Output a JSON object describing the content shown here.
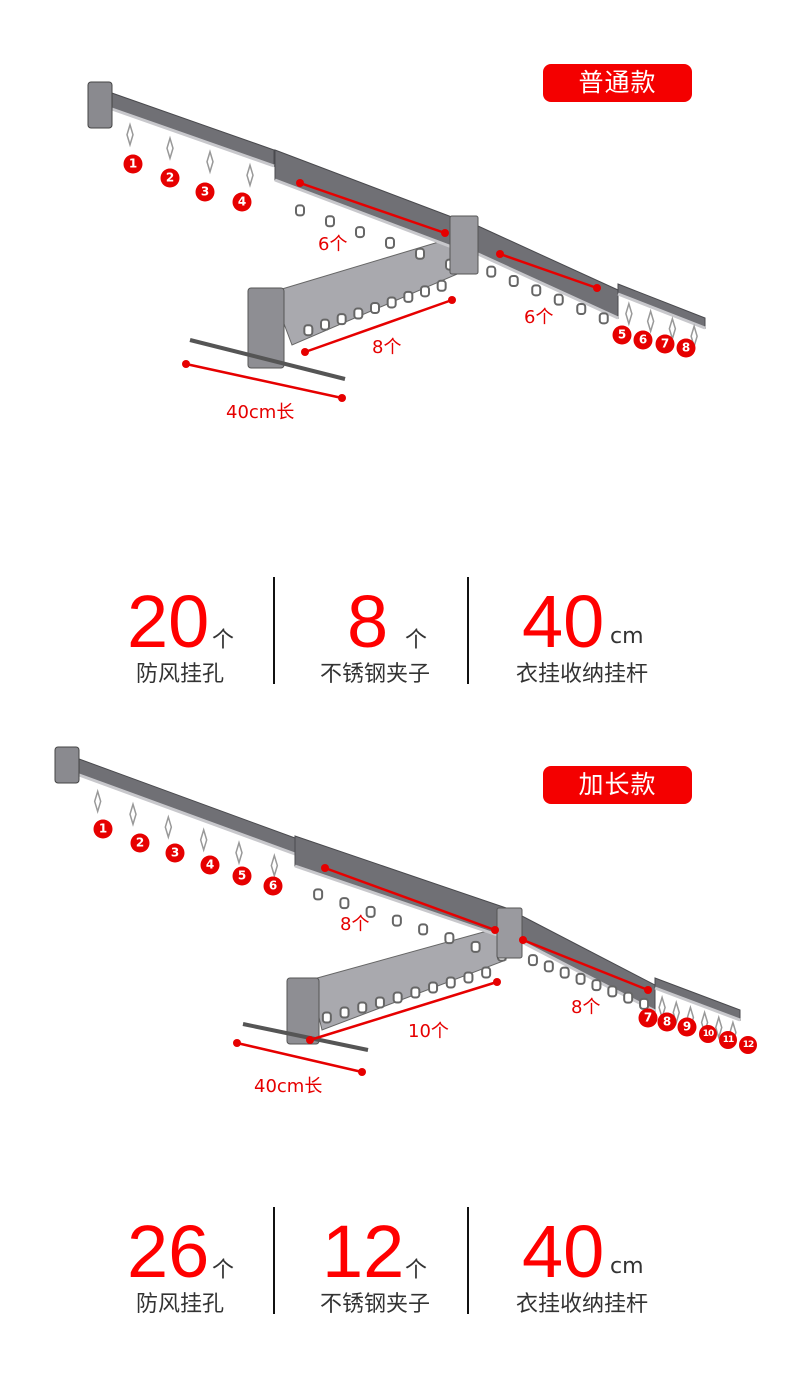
{
  "colors": {
    "accent": "#f40000",
    "rail": "#6e6e72",
    "text": "#333333"
  },
  "standard": {
    "badge": "普通款",
    "clip_numbers_left": [
      "1",
      "2",
      "3",
      "4"
    ],
    "clip_numbers_right": [
      "5",
      "6",
      "7",
      "8"
    ],
    "hole_label_1": "6个",
    "hole_label_2": "6个",
    "arm_label": "8个",
    "bar_label": "40cm长",
    "stats": [
      {
        "value": "20",
        "unit": "个",
        "label": "防风挂孔"
      },
      {
        "value": "8",
        "unit": "个",
        "label": "不锈钢夹子"
      },
      {
        "value": "40",
        "unit": "cm",
        "label": "衣挂收纳挂杆"
      }
    ]
  },
  "extended": {
    "badge": "加长款",
    "clip_numbers_left": [
      "1",
      "2",
      "3",
      "4",
      "5",
      "6"
    ],
    "clip_numbers_right": [
      "7",
      "8",
      "9",
      "10",
      "11",
      "12"
    ],
    "hole_label_1": "8个",
    "hole_label_2": "8个",
    "arm_label": "10个",
    "bar_label": "40cm长",
    "stats": [
      {
        "value": "26",
        "unit": "个",
        "label": "防风挂孔"
      },
      {
        "value": "12",
        "unit": "个",
        "label": "不锈钢夹子"
      },
      {
        "value": "40",
        "unit": "cm",
        "label": "衣挂收纳挂杆"
      }
    ]
  }
}
